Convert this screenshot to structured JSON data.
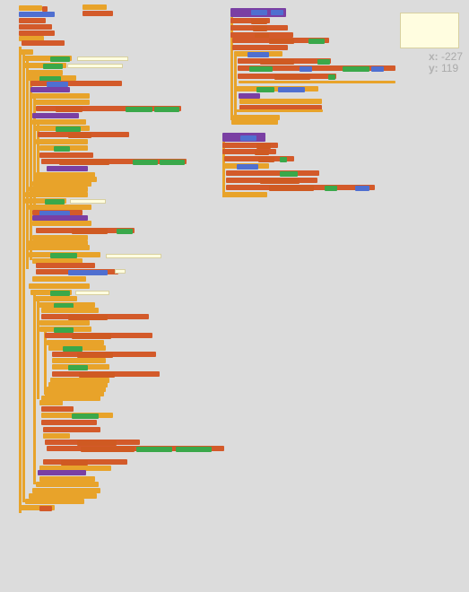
{
  "workspace": {
    "coords": {
      "x_label": "x:",
      "x_value": "-227",
      "y_label": "y:",
      "y_value": "119"
    }
  },
  "colors": {
    "background": "#dcdcdc",
    "control": "#e8a32a",
    "procedure": "#7a3fa3",
    "call": "#d35a2a",
    "variable": "#cf5a22",
    "text": "#a8c43a",
    "logic": "#4f6fd0",
    "math": "#3aa84a",
    "note": "#fffde0"
  }
}
